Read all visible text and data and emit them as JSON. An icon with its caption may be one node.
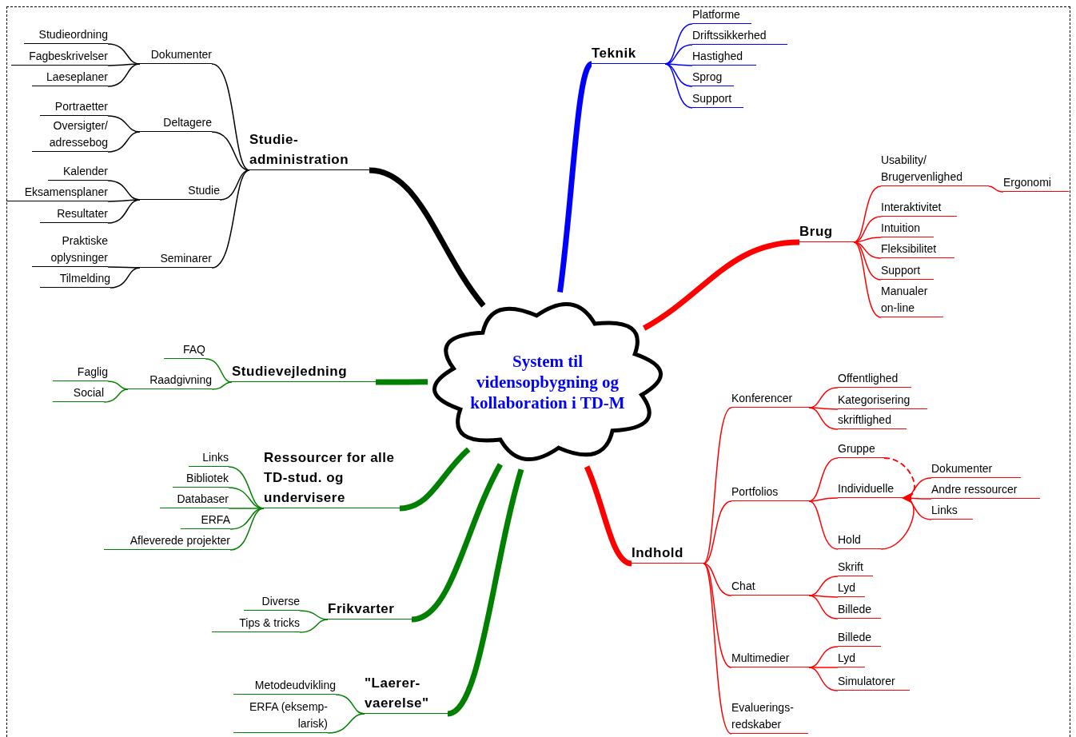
{
  "diagram": {
    "nodes": [
      {
        "text": [
          "System til vidensopbygning og kollaboration i TD-M"
        ]
      },
      {
        "text": [
          "Studie- administration"
        ]
      },
      {
        "text": [
          "Dokumenter"
        ]
      },
      {
        "text": [
          "Studieordning"
        ]
      },
      {
        "text": [
          "Fagbeskrivelser"
        ]
      },
      {
        "text": [
          "Laeseplaner"
        ]
      },
      {
        "text": [
          "Deltagere"
        ]
      },
      {
        "text": [
          "Portraetter"
        ]
      },
      {
        "text": [
          "Oversigter/ adressebog"
        ]
      },
      {
        "text": [
          "Studie"
        ]
      },
      {
        "text": [
          "Kalender"
        ]
      },
      {
        "text": [
          "Eksamensplaner"
        ]
      },
      {
        "text": [
          "Resultater"
        ]
      },
      {
        "text": [
          "Seminarer"
        ]
      },
      {
        "text": [
          "Praktiske oplysninger"
        ]
      },
      {
        "text": [
          "Tilmelding"
        ]
      },
      {
        "text": [
          "Teknik"
        ]
      },
      {
        "text": [
          "Platforme"
        ]
      },
      {
        "text": [
          "Driftssikkerhed"
        ]
      },
      {
        "text": [
          "Hastighed"
        ]
      },
      {
        "text": [
          "Sprog"
        ]
      },
      {
        "text": [
          "Support"
        ]
      },
      {
        "text": [
          "Brug"
        ]
      },
      {
        "text": [
          "Usability/ Brugervenlighed"
        ]
      },
      {
        "text": [
          "Ergonomi"
        ]
      },
      {
        "text": [
          "Interaktivitet"
        ]
      },
      {
        "text": [
          "Intuition"
        ]
      },
      {
        "text": [
          "Fleksibilitet"
        ]
      },
      {
        "text": [
          "Support"
        ]
      },
      {
        "text": [
          "Manualer on-line"
        ]
      },
      {
        "text": [
          "Indhold"
        ]
      },
      {
        "text": [
          "Konferencer"
        ]
      },
      {
        "text": [
          "Offentlighed"
        ]
      },
      {
        "text": [
          "Kategorisering"
        ]
      },
      {
        "text": [
          "skriftlighed"
        ]
      },
      {
        "text": [
          "Portfolios"
        ]
      },
      {
        "text": [
          "Gruppe"
        ]
      },
      {
        "text": [
          "Individuelle"
        ]
      },
      {
        "text": [
          "Dokumenter"
        ]
      },
      {
        "text": [
          "Andre ressourcer"
        ]
      },
      {
        "text": [
          "Links"
        ]
      },
      {
        "text": [
          "Hold"
        ]
      },
      {
        "text": [
          "Chat"
        ]
      },
      {
        "text": [
          "Skrift"
        ]
      },
      {
        "text": [
          "Lyd"
        ]
      },
      {
        "text": [
          "Billede"
        ]
      },
      {
        "text": [
          "Multimedier"
        ]
      },
      {
        "text": [
          "Billede"
        ]
      },
      {
        "text": [
          "Lyd"
        ]
      },
      {
        "text": [
          "Simulatorer"
        ]
      },
      {
        "text": [
          "Evaluerings- redskaber"
        ]
      },
      {
        "text": [
          "Studievejledning"
        ]
      },
      {
        "text": [
          "FAQ"
        ]
      },
      {
        "text": [
          "Raadgivning"
        ]
      },
      {
        "text": [
          "Faglig"
        ]
      },
      {
        "text": [
          "Social"
        ]
      },
      {
        "text": [
          "Ressourcer for alle TD-stud. og undervisere"
        ]
      },
      {
        "text": [
          "Links"
        ]
      },
      {
        "text": [
          "Bibliotek"
        ]
      },
      {
        "text": [
          "Databaser"
        ]
      },
      {
        "text": [
          "ERFA"
        ]
      },
      {
        "text": [
          "Afleverede projekter"
        ]
      },
      {
        "text": [
          "Frikvarter"
        ]
      },
      {
        "text": [
          "Diverse"
        ]
      },
      {
        "text": [
          "Tips & tricks"
        ]
      },
      {
        "text": [
          "\"Laerer- vaerelse\""
        ]
      },
      {
        "text": [
          "Metodeudvikling"
        ]
      },
      {
        "text": [
          "ERFA (eksemp- larisk)"
        ]
      }
    ],
    "edges": [
      {
        "from": 0,
        "to": 1,
        "arrow": "none",
        "style": "thick",
        "color": "#000000"
      },
      {
        "from": 0,
        "to": 16,
        "arrow": "none",
        "style": "thick",
        "color": "#0000ff"
      },
      {
        "from": 0,
        "to": 22,
        "arrow": "none",
        "style": "thick"
      },
      {
        "from": 0,
        "to": 30,
        "arrow": "none",
        "style": "thick"
      },
      {
        "from": 0,
        "to": 51,
        "arrow": "none",
        "style": "thick",
        "color": "#008000"
      },
      {
        "from": 0,
        "to": 56,
        "arrow": "none",
        "style": "thick",
        "color": "#008000"
      },
      {
        "from": 0,
        "to": 62,
        "arrow": "none",
        "style": "thick",
        "color": "#008000"
      },
      {
        "from": 0,
        "to": 65,
        "arrow": "none",
        "style": "thick",
        "color": "#008000"
      },
      {
        "from": 1,
        "to": 2,
        "arrow": "none",
        "color": "#000000"
      },
      {
        "from": 1,
        "to": 6,
        "arrow": "none",
        "color": "#000000"
      },
      {
        "from": 1,
        "to": 9,
        "arrow": "none",
        "color": "#000000"
      },
      {
        "from": 1,
        "to": 13,
        "arrow": "none",
        "color": "#000000"
      },
      {
        "from": 2,
        "to": 3,
        "arrow": "none",
        "color": "#000000"
      },
      {
        "from": 2,
        "to": 4,
        "arrow": "none",
        "color": "#000000"
      },
      {
        "from": 2,
        "to": 5,
        "arrow": "none",
        "color": "#000000"
      },
      {
        "from": 6,
        "to": 7,
        "arrow": "none",
        "color": "#000000"
      },
      {
        "from": 6,
        "to": 8,
        "arrow": "none",
        "color": "#000000"
      },
      {
        "from": 9,
        "to": 10,
        "arrow": "none",
        "color": "#000000"
      },
      {
        "from": 9,
        "to": 11,
        "arrow": "none",
        "color": "#000000"
      },
      {
        "from": 9,
        "to": 12,
        "arrow": "none",
        "color": "#000000"
      },
      {
        "from": 13,
        "to": 14,
        "arrow": "none",
        "color": "#000000"
      },
      {
        "from": 13,
        "to": 15,
        "arrow": "none",
        "color": "#000000"
      },
      {
        "from": 16,
        "to": 17,
        "arrow": "none",
        "color": "#0000ff"
      },
      {
        "from": 16,
        "to": 18,
        "arrow": "none",
        "color": "#0000ff"
      },
      {
        "from": 16,
        "to": 19,
        "arrow": "none",
        "color": "#0000ff"
      },
      {
        "from": 16,
        "to": 20,
        "arrow": "none",
        "color": "#0000ff"
      },
      {
        "from": 16,
        "to": 21,
        "arrow": "none",
        "color": "#0000ff"
      },
      {
        "from": 22,
        "to": 23,
        "arrow": "none"
      },
      {
        "from": 23,
        "to": 24,
        "arrow": "none"
      },
      {
        "from": 22,
        "to": 25,
        "arrow": "none"
      },
      {
        "from": 22,
        "to": 26,
        "arrow": "none"
      },
      {
        "from": 22,
        "to": 27,
        "arrow": "none"
      },
      {
        "from": 22,
        "to": 28,
        "arrow": "none"
      },
      {
        "from": 22,
        "to": 29,
        "arrow": "none"
      },
      {
        "from": 30,
        "to": 31,
        "arrow": "none"
      },
      {
        "from": 31,
        "to": 32,
        "arrow": "none"
      },
      {
        "from": 31,
        "to": 33,
        "arrow": "none"
      },
      {
        "from": 31,
        "to": 34,
        "arrow": "none"
      },
      {
        "from": 30,
        "to": 35,
        "arrow": "none"
      },
      {
        "from": 35,
        "to": 36,
        "arrow": "none"
      },
      {
        "from": 35,
        "to": 37,
        "arrow": "none"
      },
      {
        "from": 35,
        "to": 41,
        "arrow": "none"
      },
      {
        "from": 36,
        "to": 37,
        "arrow": "to",
        "style": "dashed"
      },
      {
        "from": 41,
        "to": 37,
        "arrow": "to"
      },
      {
        "from": 37,
        "to": 38,
        "arrow": "none"
      },
      {
        "from": 37,
        "to": 39,
        "arrow": "none"
      },
      {
        "from": 37,
        "to": 40,
        "arrow": "none"
      },
      {
        "from": 30,
        "to": 42,
        "arrow": "none"
      },
      {
        "from": 42,
        "to": 43,
        "arrow": "none"
      },
      {
        "from": 42,
        "to": 44,
        "arrow": "none"
      },
      {
        "from": 42,
        "to": 45,
        "arrow": "none"
      },
      {
        "from": 30,
        "to": 46,
        "arrow": "none"
      },
      {
        "from": 46,
        "to": 47,
        "arrow": "none"
      },
      {
        "from": 46,
        "to": 48,
        "arrow": "none"
      },
      {
        "from": 46,
        "to": 49,
        "arrow": "none"
      },
      {
        "from": 30,
        "to": 50,
        "arrow": "none"
      },
      {
        "from": 51,
        "to": 52,
        "arrow": "none",
        "color": "#008000"
      },
      {
        "from": 51,
        "to": 53,
        "arrow": "none",
        "color": "#008000"
      },
      {
        "from": 53,
        "to": 54,
        "arrow": "none",
        "color": "#008000"
      },
      {
        "from": 53,
        "to": 55,
        "arrow": "none",
        "color": "#008000"
      },
      {
        "from": 56,
        "to": 57,
        "arrow": "none",
        "color": "#008000"
      },
      {
        "from": 56,
        "to": 58,
        "arrow": "none",
        "color": "#008000"
      },
      {
        "from": 56,
        "to": 59,
        "arrow": "none",
        "color": "#008000"
      },
      {
        "from": 56,
        "to": 60,
        "arrow": "none",
        "color": "#008000"
      },
      {
        "from": 56,
        "to": 61,
        "arrow": "none",
        "color": "#008000"
      },
      {
        "from": 62,
        "to": 63,
        "arrow": "none",
        "color": "#008000"
      },
      {
        "from": 62,
        "to": 64,
        "arrow": "none",
        "color": "#008000"
      },
      {
        "from": 65,
        "to": 66,
        "arrow": "none",
        "color": "#008000"
      },
      {
        "from": 65,
        "to": 67,
        "arrow": "none",
        "color": "#008000"
      }
    ]
  }
}
